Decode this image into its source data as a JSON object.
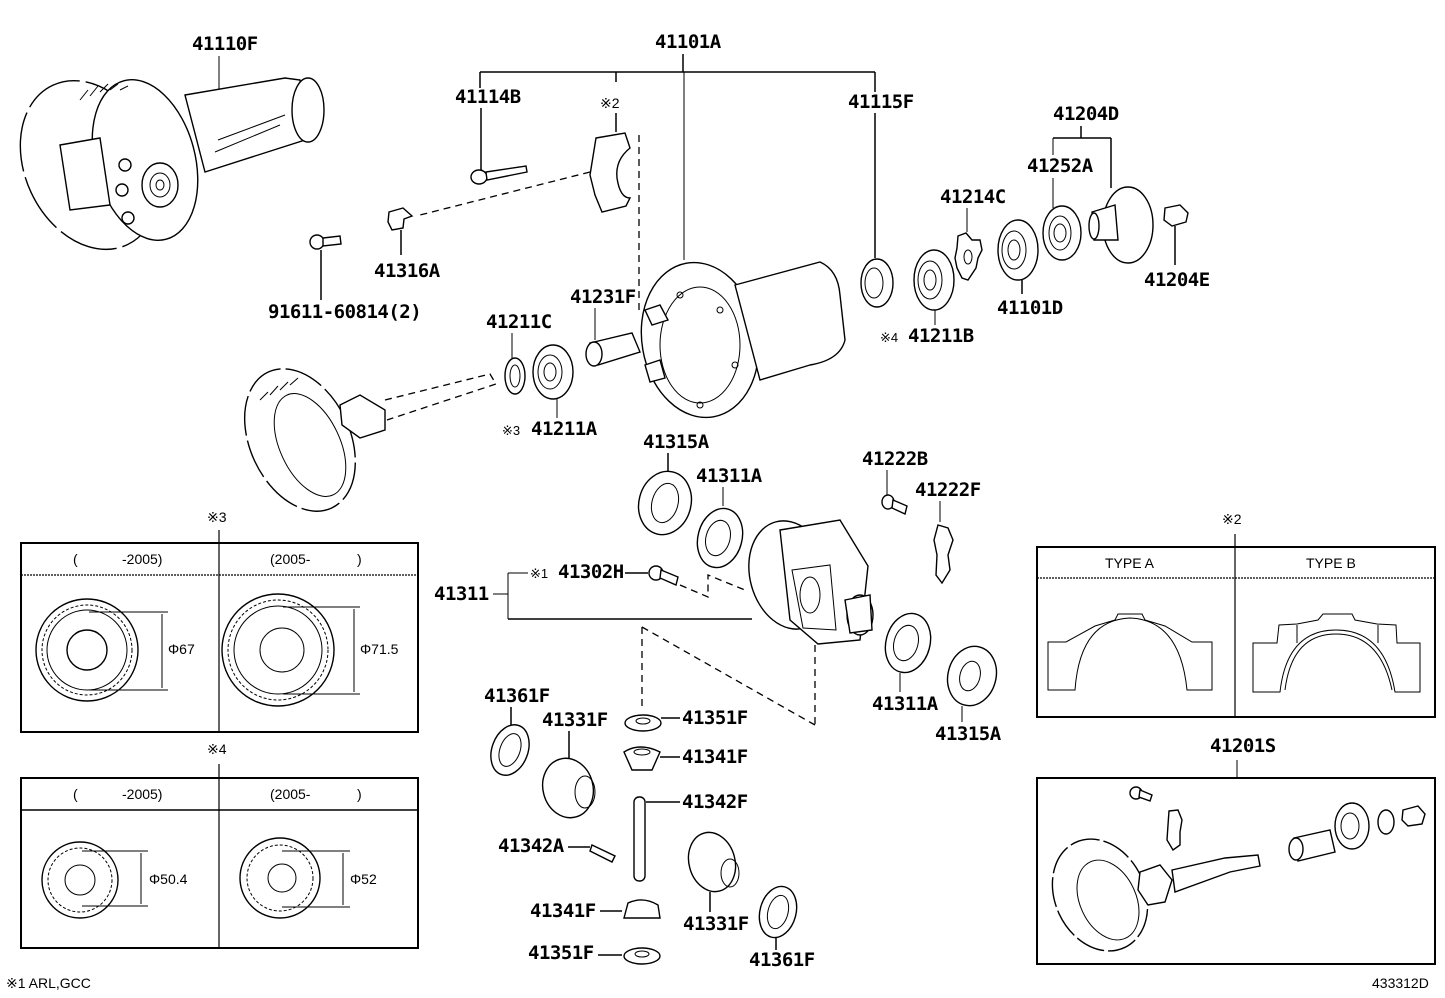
{
  "diagram": {
    "title_code": "433312D",
    "footnote": "※1 ARL,GCC",
    "parts": {
      "p41110F": "41110F",
      "p41101A": "41101A",
      "p41114B": "41114B",
      "p41115F": "41115F",
      "note2_main": "※2",
      "p41316A": "41316A",
      "p91611": "91611-60814(2)",
      "p41204D": "41204D",
      "p41252A": "41252A",
      "p41214C": "41214C",
      "p41101D": "41101D",
      "p41204E": "41204E",
      "p41211B_note": "※4",
      "p41211B": "41211B",
      "p41211C": "41211C",
      "p41231F": "41231F",
      "p41211A_note": "※3",
      "p41211A": "41211A",
      "p41315A_top": "41315A",
      "p41311A_top": "41311A",
      "p41222B": "41222B",
      "p41222F": "41222F",
      "p41311": "41311",
      "p41302H_note": "※1",
      "p41302H": "41302H",
      "p41311A_bot": "41311A",
      "p41315A_bot": "41315A",
      "p41361F_top": "41361F",
      "p41331F_top": "41331F",
      "p41351F_top": "41351F",
      "p41341F_top": "41341F",
      "p41342F": "41342F",
      "p41342A": "41342A",
      "p41341F_bot": "41341F",
      "p41331F_bot": "41331F",
      "p41351F_bot": "41351F",
      "p41361F_bot": "41361F",
      "p41201S": "41201S"
    },
    "inset_note3": {
      "marker": "※3",
      "columns": [
        {
          "header_open": "(",
          "header_range": "-2005)",
          "dimension": "Φ67"
        },
        {
          "header_open": "(2005-",
          "header_range": ")",
          "dimension": "Φ71.5"
        }
      ]
    },
    "inset_note4": {
      "marker": "※4",
      "columns": [
        {
          "header_open": "(",
          "header_range": "-2005)",
          "dimension": "Φ50.4"
        },
        {
          "header_open": "(2005-",
          "header_range": ")",
          "dimension": "Φ52"
        }
      ]
    },
    "inset_note2": {
      "marker": "※2",
      "columns": [
        {
          "header": "TYPE A"
        },
        {
          "header": "TYPE B"
        }
      ]
    }
  }
}
